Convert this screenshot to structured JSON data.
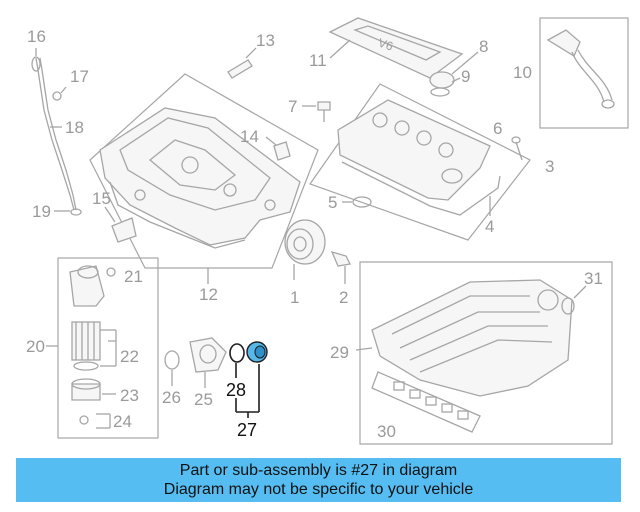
{
  "labels": {
    "p1": "1",
    "p2": "2",
    "p3": "3",
    "p4": "4",
    "p5": "5",
    "p6": "6",
    "p7": "7",
    "p8": "8",
    "p9": "9",
    "p10": "10",
    "p11": "11",
    "p12": "12",
    "p13": "13",
    "p14": "14",
    "p15": "15",
    "p16": "16",
    "p17": "17",
    "p18": "18",
    "p19": "19",
    "p20": "20",
    "p21": "21",
    "p22": "22",
    "p23": "23",
    "p24": "24",
    "p25": "25",
    "p26": "26",
    "p27": "27",
    "p28": "28",
    "p29": "29",
    "p30": "30",
    "p31": "31"
  },
  "highlight_color": "#55b8e8",
  "banner": {
    "line1": "Part or sub-assembly is #27 in diagram",
    "line2": "Diagram may not be specific to your vehicle",
    "color": "#55bdf2"
  }
}
